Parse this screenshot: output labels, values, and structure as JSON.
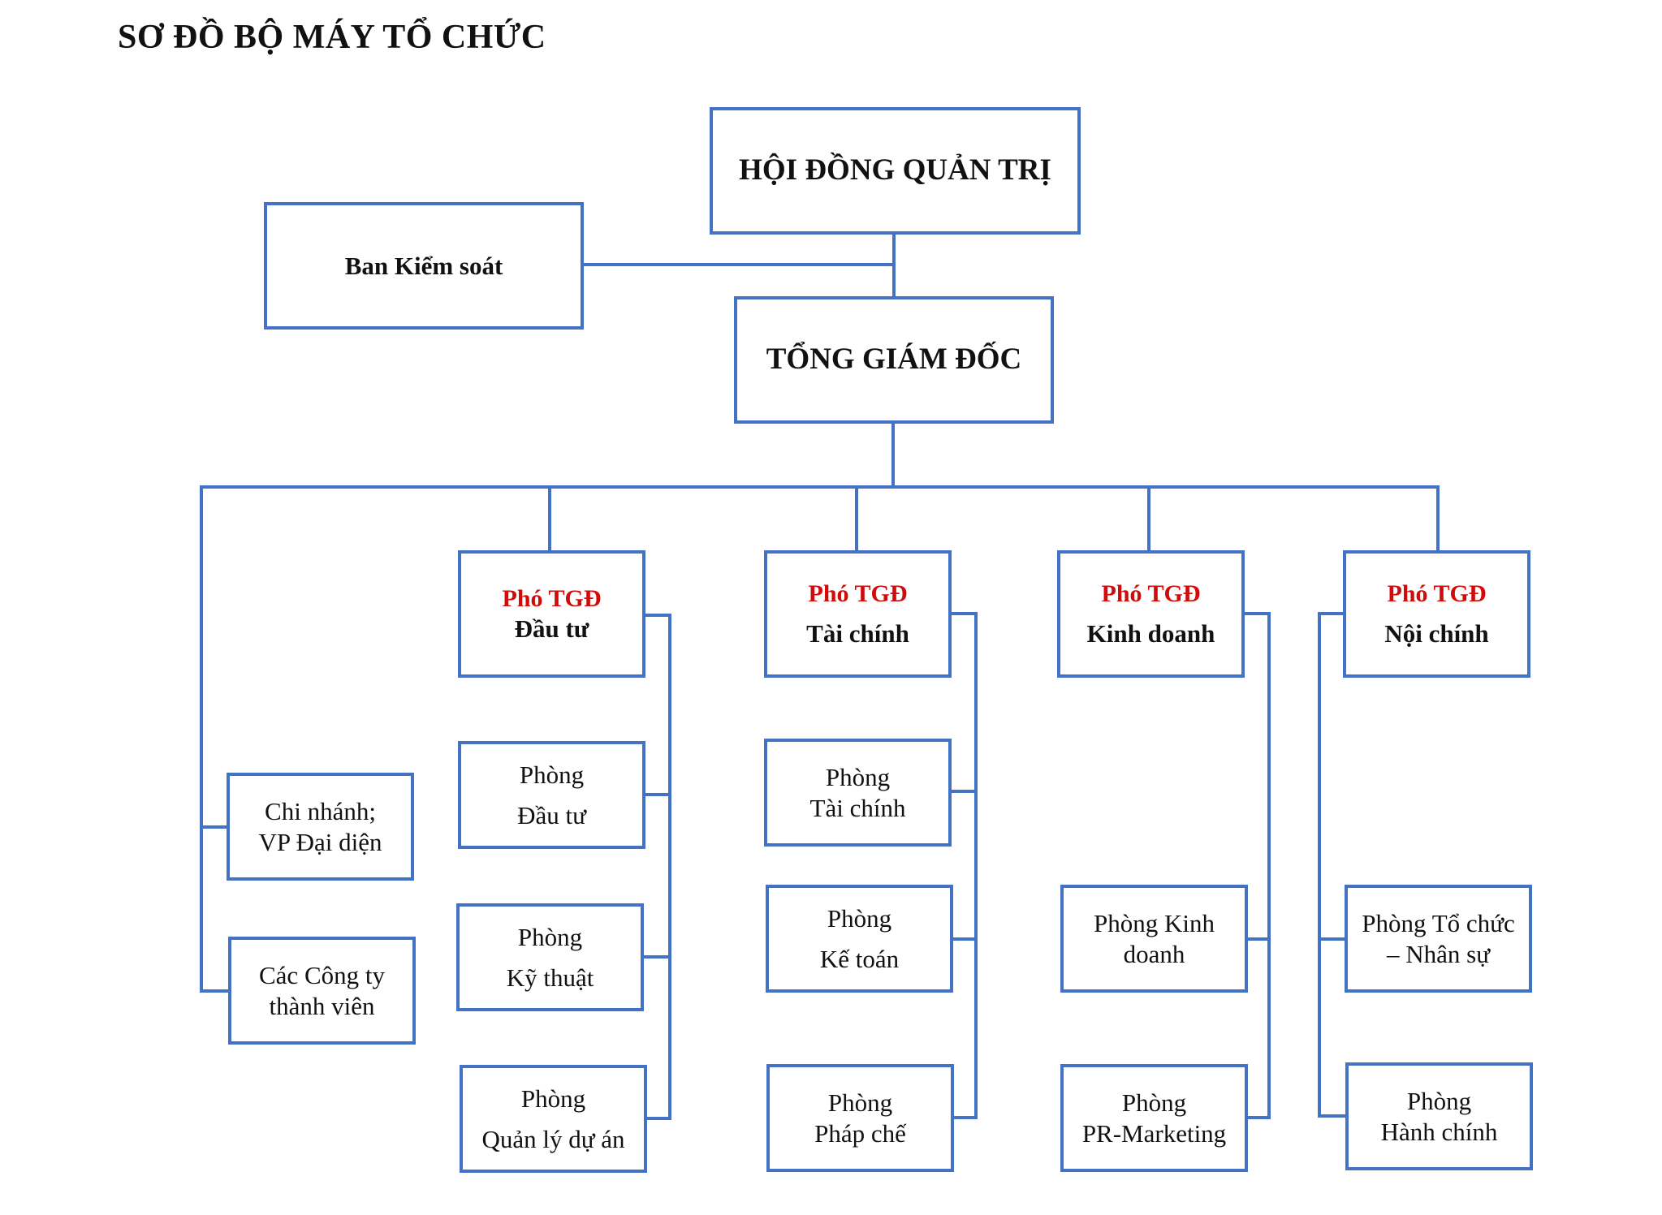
{
  "title": "SƠ ĐỒ BỘ MÁY TỔ CHỨC",
  "colors": {
    "line": "#4472C4",
    "vice_title": "#D10A0A"
  },
  "board": "HỘI ĐỒNG QUẢN TRỊ",
  "supervisory": "Ban Kiểm soát",
  "ceo": "TỔNG GIÁM ĐỐC",
  "vice_label": "Phó TGĐ",
  "vice": [
    {
      "area": "Đầu tư"
    },
    {
      "area": "Tài chính"
    },
    {
      "area": "Kinh doanh"
    },
    {
      "area": "Nội chính"
    }
  ],
  "branches": {
    "branch_office": [
      "Chi nhánh;",
      "VP Đại diện"
    ],
    "member_companies": [
      "Các Công ty",
      "thành viên"
    ]
  },
  "departments": {
    "investment": [
      "Phòng",
      "Đầu tư"
    ],
    "technical": [
      "Phòng",
      "Kỹ thuật"
    ],
    "project_mgmt": [
      "Phòng",
      "Quản lý dự án"
    ],
    "finance": [
      "Phòng",
      "Tài chính"
    ],
    "accounting": [
      "Phòng",
      "Kế toán"
    ],
    "legal": [
      "Phòng",
      "Pháp chế"
    ],
    "sales": [
      "Phòng Kinh",
      "doanh"
    ],
    "pr_marketing": [
      "Phòng",
      "PR-Marketing"
    ],
    "hr": [
      "Phòng Tổ chức",
      "– Nhân sự"
    ],
    "admin": [
      "Phòng",
      "Hành chính"
    ]
  }
}
